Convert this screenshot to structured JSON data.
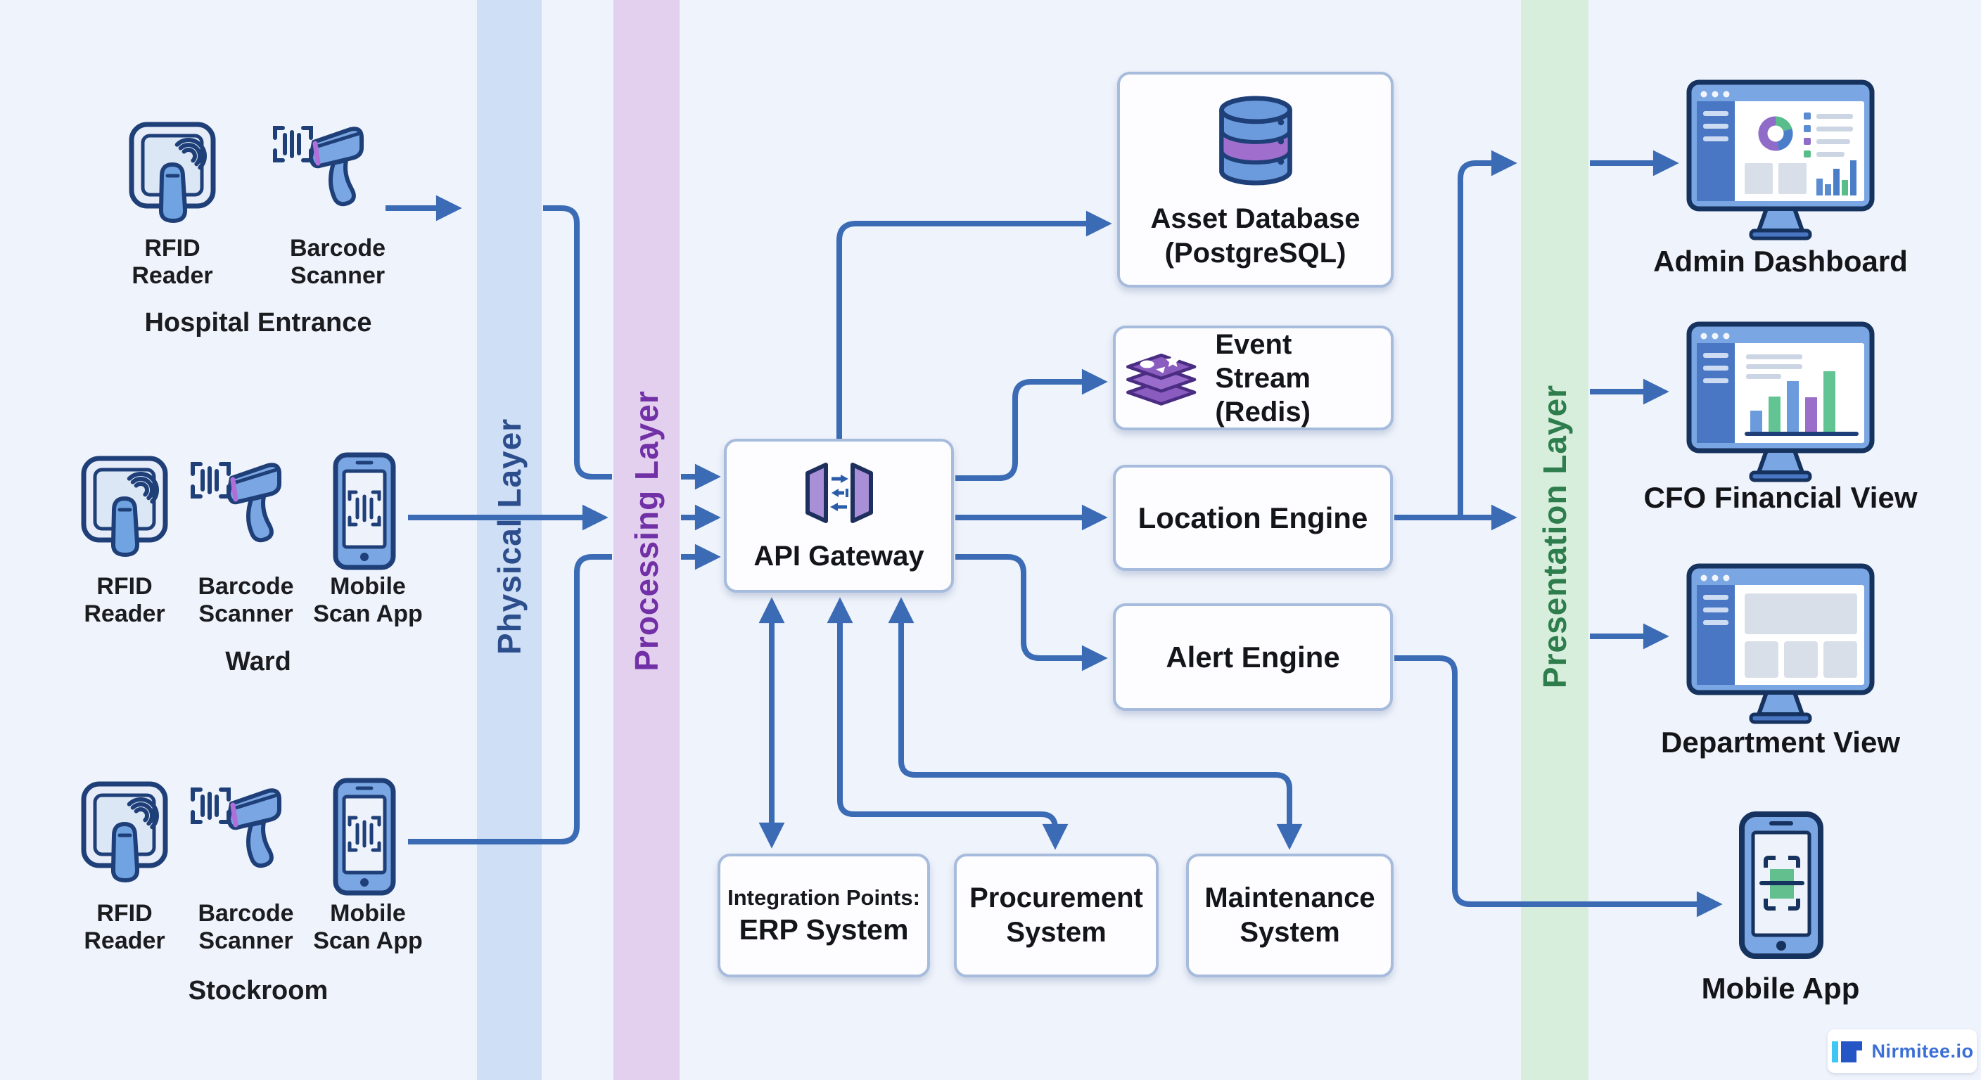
{
  "bands": {
    "physical": {
      "label": "Physical Layer",
      "fill": "#cfdff5",
      "text_color": "#2d4e8c"
    },
    "processing": {
      "label": "Processing Layer",
      "fill": "#e2d0ee",
      "text_color": "#7230a6"
    },
    "presentation": {
      "label": "Presentation Layer",
      "fill": "#d6eedb",
      "text_color": "#2e7d4c"
    }
  },
  "sources": {
    "hospital": {
      "location": "Hospital Entrance",
      "rfid": "RFID\nReader",
      "barcode": "Barcode\nScanner"
    },
    "ward": {
      "location": "Ward",
      "rfid": "RFID\nReader",
      "barcode": "Barcode\nScanner",
      "mobile": "Mobile\nScan App"
    },
    "stockroom": {
      "location": "Stockroom",
      "rfid": "RFID\nReader",
      "barcode": "Barcode\nScanner",
      "mobile": "Mobile\nScan App"
    }
  },
  "gateway": {
    "label": "API Gateway"
  },
  "services": {
    "asset_db": {
      "label": "Asset Database\n(PostgreSQL)"
    },
    "event_stream": {
      "label": "Event Stream\n(Redis)"
    },
    "location_engine": {
      "label": "Location Engine"
    },
    "alert_engine": {
      "label": "Alert Engine"
    }
  },
  "integrations": {
    "erp": {
      "prefix": "Integration Points:",
      "label": "ERP System"
    },
    "procurement": {
      "label": "Procurement\nSystem"
    },
    "maintenance": {
      "label": "Maintenance\nSystem"
    }
  },
  "outputs": {
    "admin": {
      "label": "Admin Dashboard"
    },
    "cfo": {
      "label": "CFO Financial View"
    },
    "department": {
      "label": "Department View"
    },
    "mobile": {
      "label": "Mobile App"
    }
  },
  "branding": {
    "logo_text": "Nirmitee.io"
  },
  "icons": {
    "rfid": "rfid-reader-icon",
    "barcode": "barcode-scanner-icon",
    "mobile_scan": "mobile-scan-phone-icon",
    "database": "database-cylinder-icon",
    "redis": "redis-stack-icon",
    "gateway": "api-gateway-icon",
    "monitor": "monitor-icon",
    "phone": "smartphone-icon",
    "logo_mark": "nirmitee-logo-mark"
  },
  "colors": {
    "wire": "#3b6bb5",
    "icon_navy": "#1f3f78",
    "icon_blue": "#7aa7e3",
    "accent_purple": "#9b6fc9",
    "accent_green": "#63c08e",
    "chart_gray": "#d9dfe8",
    "background": "#eff3fb"
  }
}
